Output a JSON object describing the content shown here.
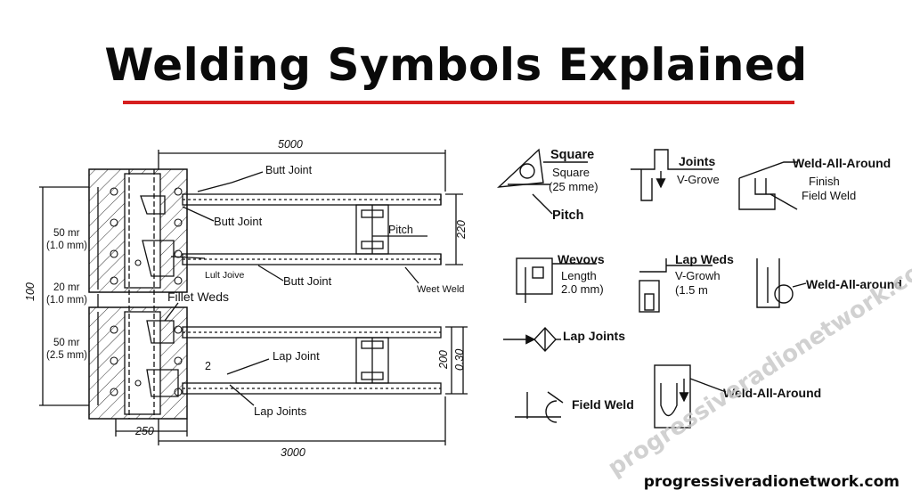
{
  "title": "Welding Symbols Explained",
  "accent_color": "#d61f1f",
  "footer_text": "progressiveradionetwork.com",
  "watermark_text": "progressiveradionetwork.com",
  "left_drawing": {
    "top_dim": "5000",
    "bottom_dim": "3000",
    "left_small_dim": "250",
    "left_height_dim": "100",
    "right_dim_top": "220",
    "right_dim_bottom_a": "200",
    "right_dim_bottom_b": "0.30",
    "small_2": "2",
    "labels": {
      "butt_joint_1": "Butt Joint",
      "butt_joint_2": "Butt Joint",
      "butt_joint_3": "Butt Joint",
      "lult_joive": "Lult Joive",
      "fillet_weds": "Fillet Weds",
      "lap_joint": "Lap Joint",
      "lap_joints": "Lap Joints",
      "pitch": "Pitch",
      "weet_weld": "Weet Weld",
      "dim_50_top": "50 mr",
      "dim_50_top_sub": "(1.0 mm)",
      "dim_20": "20 mr",
      "dim_20_sub": "(1.0 mm)",
      "dim_50_bot": "50 mr",
      "dim_50_bot_sub": "(2.5 mm)"
    }
  },
  "symbols": {
    "square_title": "Square",
    "square_sub1": "Square",
    "square_sub2": "(25 mme)",
    "pitch": "Pitch",
    "joints_title": "Joints",
    "joints_sub": "V-Grove",
    "waa1_title": "Weld-All-Around",
    "waa1_finish": "Finish",
    "waa1_field": "Field Weld",
    "wevovs_title": "Wevovs",
    "wevovs_sub1": "Length",
    "wevovs_sub2": "2.0 mm)",
    "lapweds_title": "Lap Weds",
    "lapweds_sub1": "V-Growh",
    "lapweds_sub2": "(1.5 m",
    "waa2": "Weld-All-around",
    "lap_joints": "Lap Joints",
    "field_weld": "Field Weld",
    "waa3": "Weld-All-Around"
  }
}
